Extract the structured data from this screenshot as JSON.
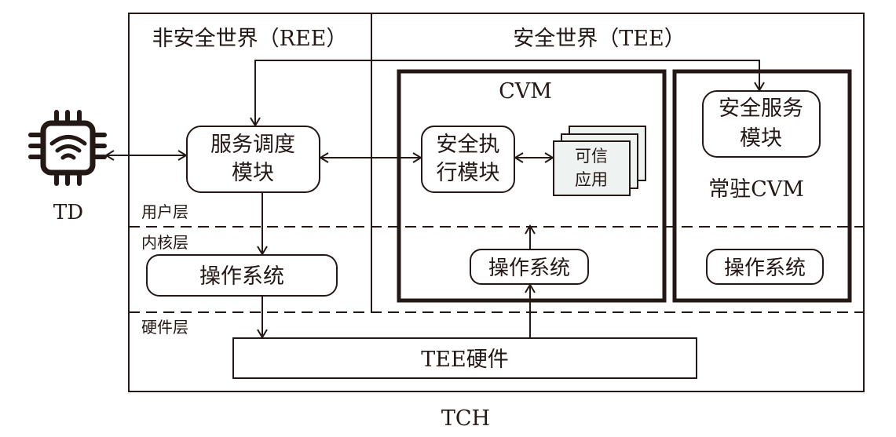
{
  "colors": {
    "stroke": "#231815",
    "background": "#ffffff",
    "app_fill": "#eef2f1"
  },
  "device": {
    "label": "TD",
    "icon": "chip-wifi-icon"
  },
  "container": {
    "label": "TCH"
  },
  "ree": {
    "title": "非安全世界（REE）"
  },
  "tee": {
    "title": "安全世界（TEE）"
  },
  "layers": {
    "user": "用户层",
    "kernel": "内核层",
    "hardware": "硬件层"
  },
  "modules": {
    "service_scheduler": [
      "服务调度",
      "模块"
    ],
    "ree_os": "操作系统",
    "cvm_title": "CVM",
    "secure_exec": [
      "安全执",
      "行模块"
    ],
    "trusted_app": [
      "可信",
      "应用"
    ],
    "cvm_os": "操作系统",
    "secure_service": [
      "安全服务",
      "模块"
    ],
    "resident_cvm": "常驻CVM",
    "resident_os": "操作系统",
    "tee_hardware": "TEE硬件"
  }
}
